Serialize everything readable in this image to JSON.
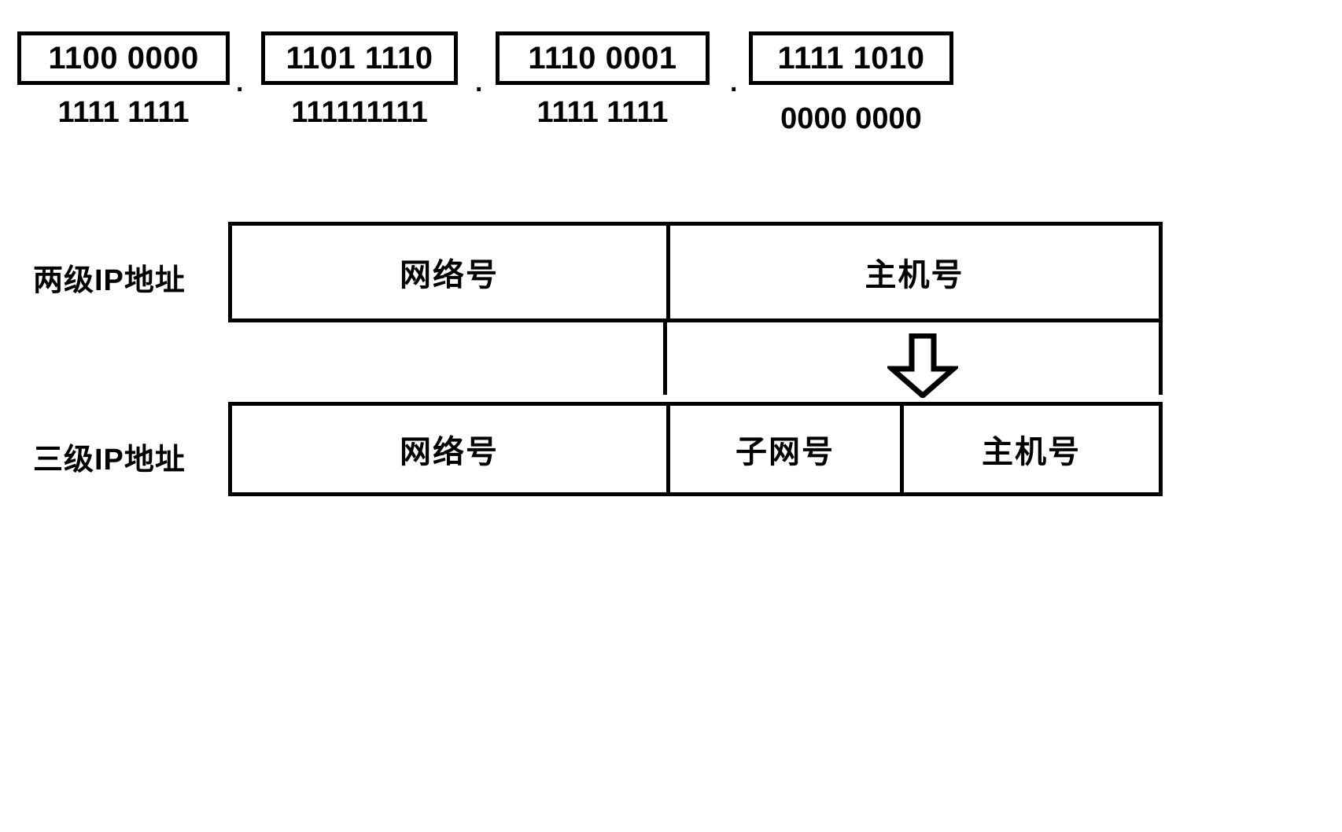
{
  "binary_section": {
    "separator": ".",
    "octets": [
      {
        "address_bits": "1100 0000",
        "mask_bits": "1111 1111"
      },
      {
        "address_bits": "1101 1110",
        "mask_bits": "111111111"
      },
      {
        "address_bits": "1110 0001",
        "mask_bits": "1111 1111"
      },
      {
        "address_bits": "1111 1010",
        "mask_bits": "0000 0000"
      }
    ]
  },
  "diagram": {
    "two_level": {
      "label": "两级IP地址",
      "fields": [
        {
          "name": "网络号"
        },
        {
          "name": "主机号"
        }
      ]
    },
    "three_level": {
      "label": "三级IP地址",
      "fields": [
        {
          "name": "网络号"
        },
        {
          "name": "子网号"
        },
        {
          "name": "主机号"
        }
      ]
    },
    "transform_arrow": "arrow-down"
  },
  "colors": {
    "stroke": "#000000",
    "background": "#ffffff"
  }
}
